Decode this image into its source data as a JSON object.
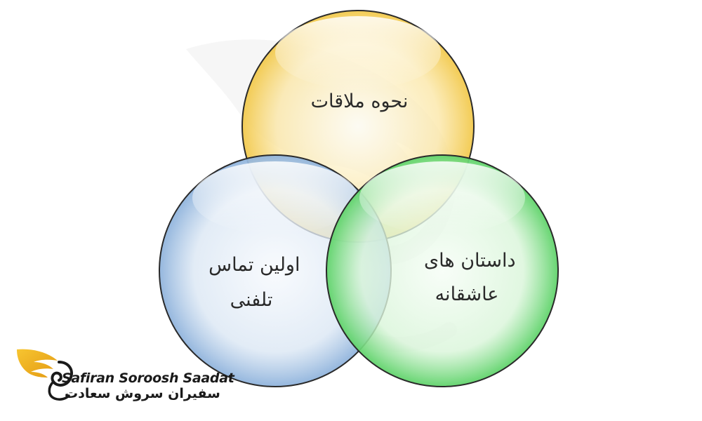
{
  "diagram": {
    "type": "venn",
    "circles": [
      {
        "id": "top",
        "lines": [
          "نحوه ملاقات"
        ],
        "color": "#f2c94c"
      },
      {
        "id": "left",
        "lines": [
          "اولین تماس",
          "تلفنی"
        ],
        "color": "#8fb3dc"
      },
      {
        "id": "right",
        "lines": [
          "داستان های",
          "عاشقانه"
        ],
        "color": "#5fd36a"
      }
    ]
  },
  "brand": {
    "name_latin": "Safiran Soroosh Saadat",
    "name_persian": "سفیران سروش سعادت",
    "accent_color": "#f0b21a"
  }
}
